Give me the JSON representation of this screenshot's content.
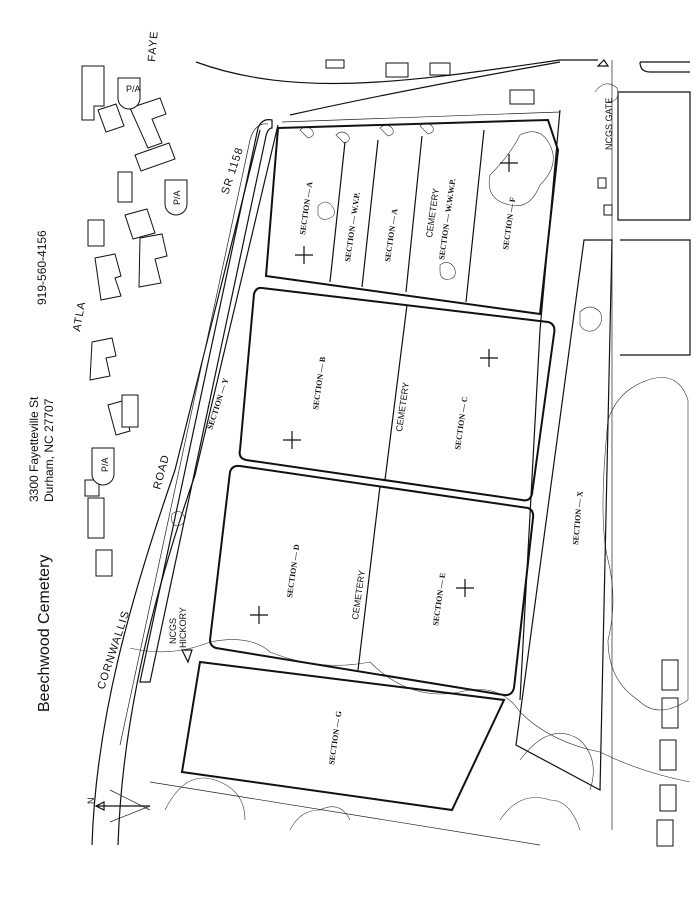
{
  "header": {
    "title": "Beechwood Cemetery",
    "address_line1": "3300 Fayetteville St",
    "address_line2": "Durham, NC 27707",
    "phone": "919-560-4156"
  },
  "roads": {
    "cornwallis": "CORNWALLIS",
    "road": "ROAD",
    "atlanta": "ATLA",
    "fayetteville": "FAYE",
    "sr": "SR 1158"
  },
  "gates": {
    "ncgs_hickory_1": "NCGS",
    "ncgs_hickory_2": "HICKORY",
    "ncgs_gate": "NCGS GATE"
  },
  "parking": [
    "P/A",
    "P/A",
    "P/A"
  ],
  "sections": {
    "a1": "SECTION — A",
    "wvp": "SECTION — W.V.P.",
    "a2": "SECTION — A",
    "cemetery_top": "CEMETERY",
    "wwwp": "SECTION — W.W.W.P.",
    "f": "SECTION — F",
    "b": "SECTION — B",
    "cemetery_mid": "CEMETERY",
    "c": "SECTION — C",
    "d": "SECTION — D",
    "cemetery_low": "CEMETERY",
    "e": "SECTION — E",
    "g": "SECTION — G",
    "x": "SECTION — X",
    "y": "SECTION — Y"
  },
  "north_arrow": "N"
}
